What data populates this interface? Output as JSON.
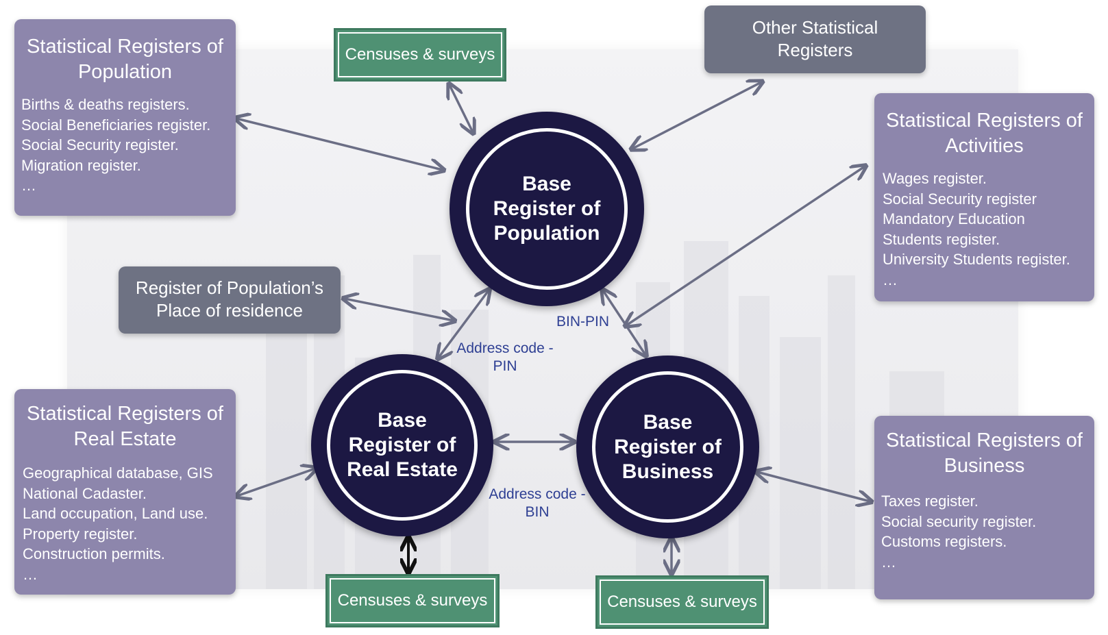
{
  "base_registers": {
    "population": [
      "Base",
      "Register of",
      "Population"
    ],
    "real_estate": [
      "Base",
      "Register of",
      "Real Estate"
    ],
    "business": [
      "Base",
      "Register of",
      "Business"
    ]
  },
  "stat_population": {
    "title": [
      "Statistical Registers of",
      "Population"
    ],
    "items": [
      "Births & deaths registers.",
      "Social Beneficiaries register.",
      "Social Security register.",
      "Migration register.",
      "…"
    ]
  },
  "stat_activities": {
    "title": [
      "Statistical Registers of",
      "Activities"
    ],
    "items": [
      "Wages register.",
      "Social Security register",
      "Mandatory Education",
      "Students register.",
      "University Students register.",
      "…"
    ]
  },
  "stat_real_estate": {
    "title": [
      "Statistical Registers of",
      "Real Estate"
    ],
    "items": [
      "Geographical database, GIS",
      "National Cadaster.",
      "Land occupation, Land use.",
      "Property register.",
      "Construction permits.",
      "…"
    ]
  },
  "stat_business": {
    "title": [
      "Statistical Registers of",
      "Business"
    ],
    "items": [
      "Taxes register.",
      "Social security register.",
      "Customs registers.",
      "…"
    ]
  },
  "other_registers": [
    "Other Statistical",
    "Registers"
  ],
  "residence_register": [
    "Register of Population’s",
    "Place of residence"
  ],
  "censuses": {
    "top": "Censuses & surveys",
    "bottom_left": "Censuses & surveys",
    "bottom_right": "Censuses & surveys"
  },
  "link_labels": {
    "bin_pin": "BIN-PIN",
    "address_pin": [
      "Address code -",
      "PIN"
    ],
    "address_bin": [
      "Address code -",
      "BIN"
    ]
  },
  "colors": {
    "stat_box": "#8d86ac",
    "grey_box": "#6e7283",
    "census_box": "#4f9173",
    "base_circle": "#1c1843",
    "arrow": "#6b6e85",
    "link_label": "#2e3f93"
  }
}
